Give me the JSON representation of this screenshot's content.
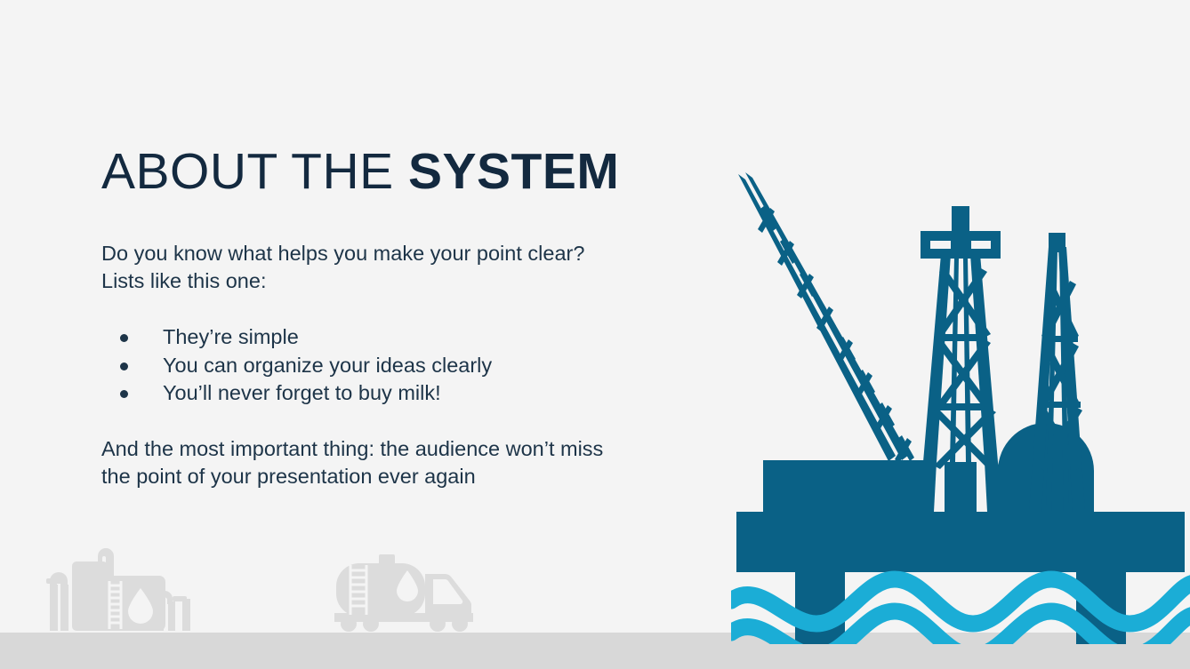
{
  "slide": {
    "background_color": "#f4f4f4",
    "floor_bar_color": "#d8d8d8",
    "title": {
      "light_part": "ABOUT THE ",
      "bold_part": "SYSTEM",
      "color": "#13293f"
    },
    "intro": {
      "line1": "Do you know what helps you make your point clear?",
      "line2": "Lists like this one:",
      "color": "#1d3448"
    },
    "bullets": [
      {
        "text": "They’re simple"
      },
      {
        "text": "You can organize your ideas clearly"
      },
      {
        "text": "You’ll never forget to buy milk!"
      }
    ],
    "closing": {
      "line1": "And the most important thing: the audience won’t miss",
      "line2": "the point of your presentation ever again"
    },
    "artwork": {
      "oil_rig": {
        "name": "offshore-oil-rig-illustration",
        "structure_color": "#0a6186",
        "water_color": "#1badd6",
        "parts": [
          "crane-boom",
          "derrick-tower-left",
          "derrick-tower-right",
          "deck-building",
          "storage-dome",
          "platform-deck",
          "support-legs",
          "ocean-waves"
        ]
      },
      "refinery": {
        "name": "refinery-plant-icon",
        "color": "#dcdcdc",
        "parts": [
          "storage-tank",
          "ladder",
          "oil-drop",
          "pipes"
        ]
      },
      "tanker_truck": {
        "name": "tanker-truck-icon",
        "color": "#dcdcdc",
        "parts": [
          "tank",
          "ladder",
          "oil-drop",
          "cab",
          "wheels"
        ]
      }
    }
  }
}
